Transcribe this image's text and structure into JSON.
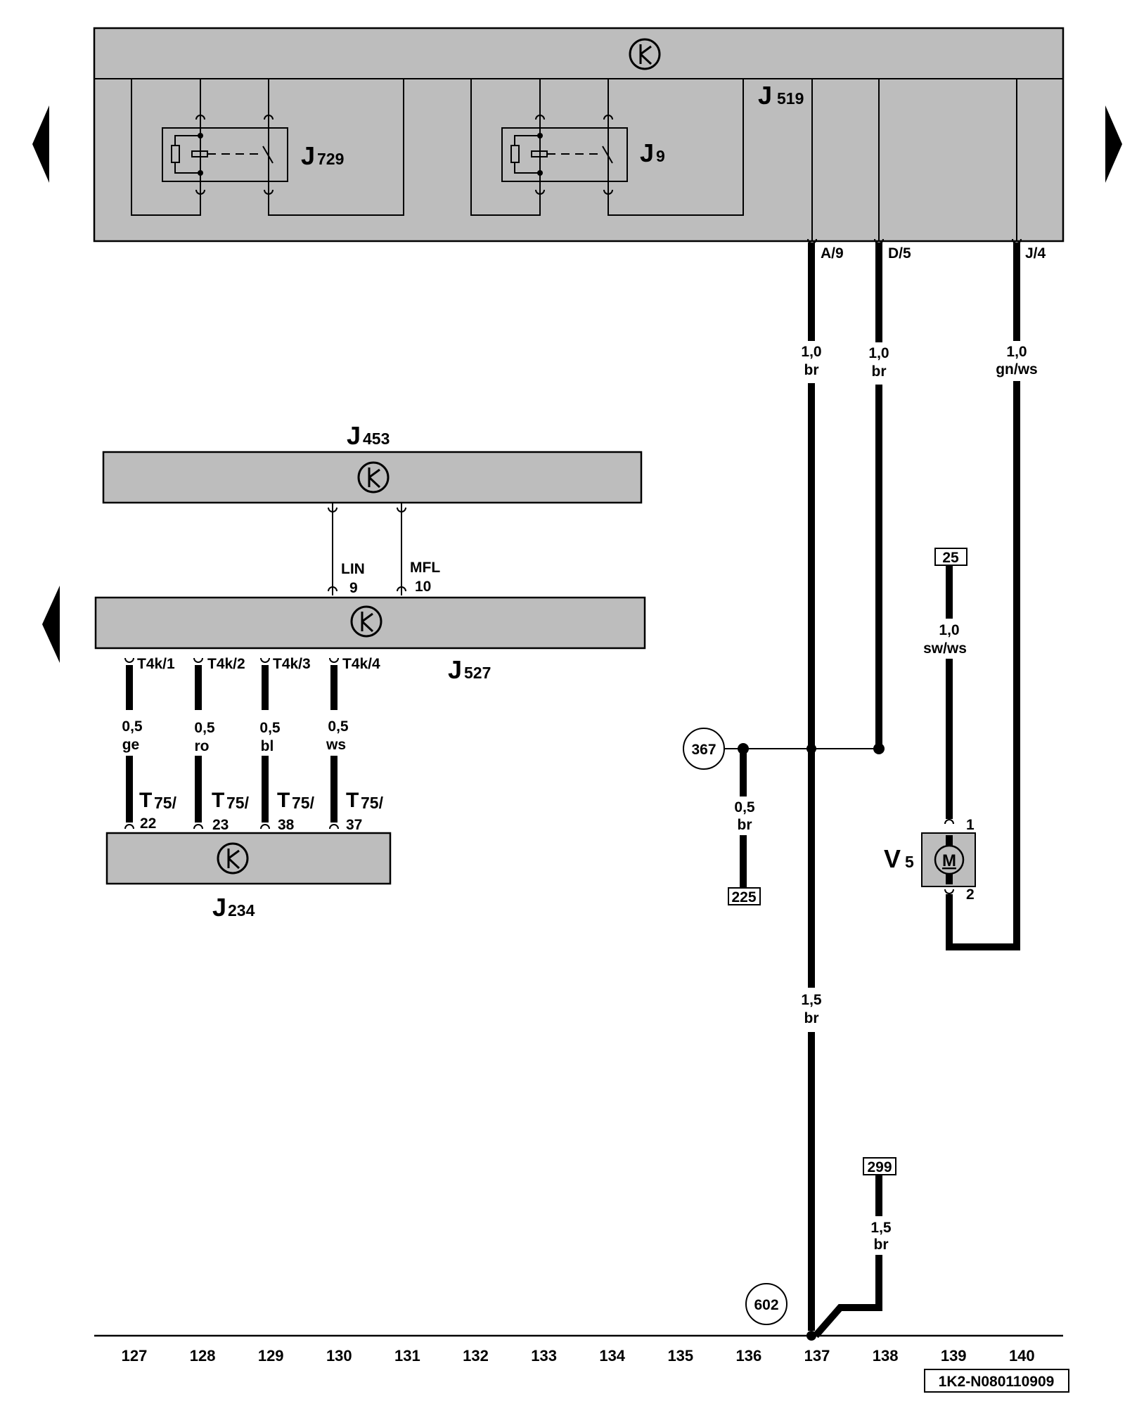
{
  "components": {
    "j519": {
      "letter": "J",
      "num": "519"
    },
    "j729": {
      "letter": "J",
      "num": "729"
    },
    "j9": {
      "letter": "J",
      "num": "9"
    },
    "j453": {
      "letter": "J",
      "num": "453"
    },
    "j527": {
      "letter": "J",
      "num": "527"
    },
    "j234": {
      "letter": "J",
      "num": "234"
    },
    "v5": {
      "letter": "V",
      "num": "5",
      "motor": "M",
      "pin1": "1",
      "pin2": "2"
    }
  },
  "pins": {
    "j519_a9": "A/9",
    "j519_d5": "D/5",
    "j519_j4": "J/4",
    "lin_label": "LIN",
    "lin_num": "9",
    "mfl_label": "MFL",
    "mfl_num": "10",
    "t4k1": "T4k/1",
    "t4k2": "T4k/2",
    "t4k3": "T4k/3",
    "t4k4": "T4k/4",
    "t75_prefix": "T",
    "t75_sub": "75/",
    "t75_22": "22",
    "t75_23": "23",
    "t75_38": "38",
    "t75_37": "37"
  },
  "wires": {
    "a9_size": "1,0",
    "a9_color": "br",
    "d5_size": "1,0",
    "d5_color": "br",
    "j4_size": "1,0",
    "j4_color": "gn/ws",
    "g25_size": "1,0",
    "g25_color": "sw/ws",
    "t1_size": "0,5",
    "t1_color": "ge",
    "t2_size": "0,5",
    "t2_color": "ro",
    "t3_size": "0,5",
    "t3_color": "bl",
    "t4_size": "0,5",
    "t4_color": "ws",
    "g367_size": "0,5",
    "g367_color": "br",
    "main_size": "1,5",
    "main_color": "br",
    "g299_size": "1,5",
    "g299_color": "br"
  },
  "refs": {
    "r25": "25",
    "r225": "225",
    "r299": "299",
    "c367": "367",
    "c602": "602"
  },
  "columns": [
    "127",
    "128",
    "129",
    "130",
    "131",
    "132",
    "133",
    "134",
    "135",
    "136",
    "137",
    "138",
    "139",
    "140"
  ],
  "footer_code": "1K2-N080110909"
}
